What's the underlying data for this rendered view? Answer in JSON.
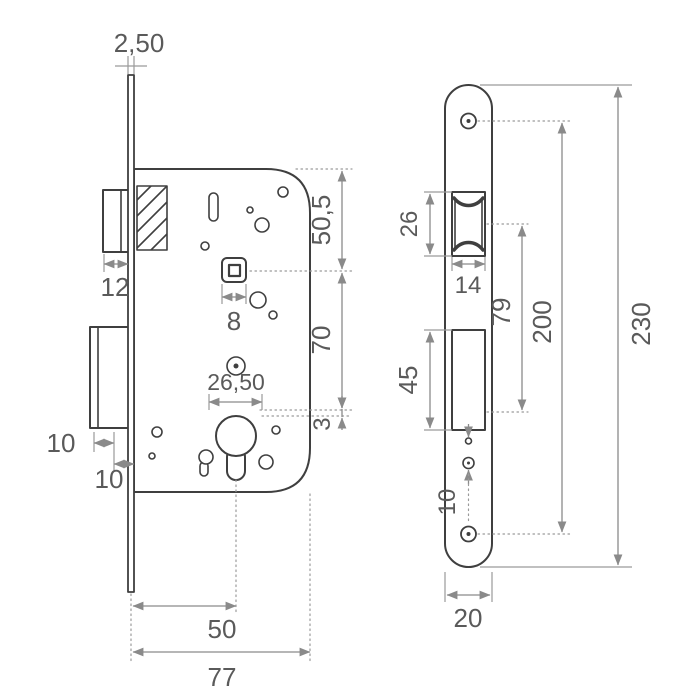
{
  "drawing": {
    "subject": "mortise-lock-technical-dimension-drawing",
    "colors": {
      "outline": "#3f3f3f",
      "dimension_lines": "#8a8a8a",
      "dimension_text": "#5a5a5a",
      "background": "#ffffff"
    },
    "side_view": {
      "faceplate_thickness": "2,50",
      "latch_projection": "12",
      "deadbolt_throw_outer": "10",
      "deadbolt_throw_inner": "10",
      "spindle_hole": "8",
      "cylinder_width": "26,50",
      "top_to_spindle": "50,5",
      "spindle_to_cylinder": "70",
      "cylinder_gap": "3",
      "backset": "50",
      "case_depth": "77"
    },
    "front_view": {
      "latch_cutout_height": "26",
      "latch_cutout_width": "14",
      "deadbolt_cutout_height": "45",
      "latch_to_fixing_hole": "79",
      "fixing_hole_spacing": "10",
      "screw_hole_spacing": "200",
      "faceplate_height": "230",
      "faceplate_width": "20"
    }
  }
}
